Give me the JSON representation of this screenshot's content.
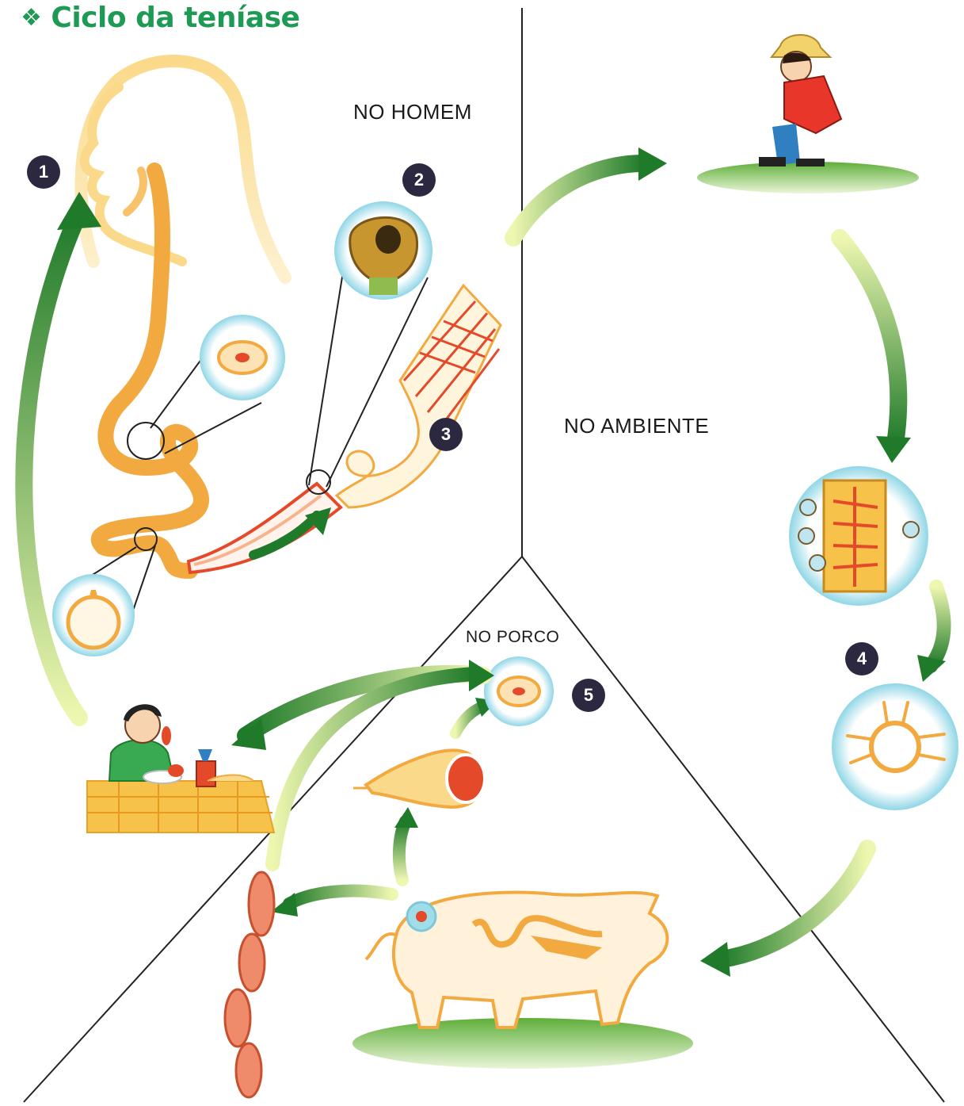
{
  "title": "Ciclo da teníase",
  "title_icon": "four-diamonds-icon",
  "regions": {
    "homem": "NO HOMEM",
    "ambiente": "NO AMBIENTE",
    "porco": "NO PORCO"
  },
  "steps": [
    "1",
    "2",
    "3",
    "4",
    "5"
  ],
  "colors": {
    "title": "#1e9a55",
    "arrow_dark": "#1f7a2a",
    "arrow_light": "#d8ef7a",
    "badge": "#2b2840",
    "body": "#f2a940",
    "tissue": "#e44a2a",
    "lens": "#9fdde9"
  }
}
